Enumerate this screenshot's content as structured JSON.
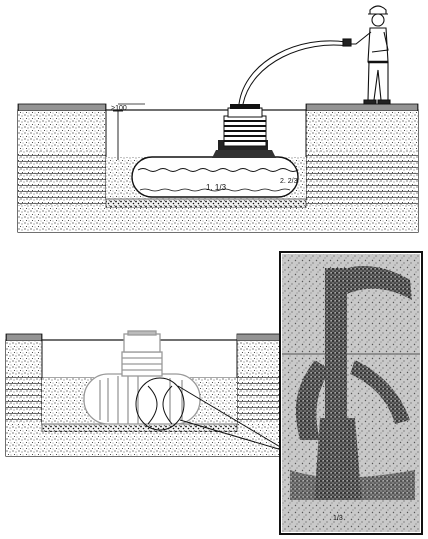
{
  "diagram": {
    "top_panel": {
      "depth_label": ">100",
      "tank_label": "1. 1/3",
      "side_label": "2. 2/3"
    },
    "bottom_panel": {
      "detail_label": "1/3"
    }
  }
}
